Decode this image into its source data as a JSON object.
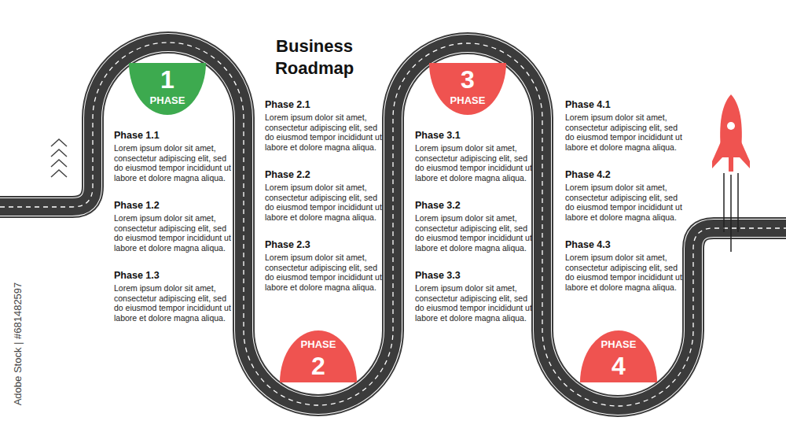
{
  "diagram": {
    "title": "Business Roadmap",
    "nodes": [
      {
        "text": [
          "1",
          "PHASE"
        ]
      },
      {
        "text": [
          "PHASE",
          "2"
        ]
      },
      {
        "text": [
          "3",
          "PHASE"
        ]
      },
      {
        "text": [
          "PHASE",
          "4"
        ]
      }
    ],
    "labels": [
      "Phase 1.1",
      "Lorem ipsum dolor sit amet, consectetur adipiscing elit, sed do eiusmod tempor incididunt ut labore et dolore magna aliqua.",
      "Phase 1.2",
      "Lorem ipsum dolor sit amet, consectetur adipiscing elit, sed do eiusmod tempor incididunt ut labore et dolore magna aliqua.",
      "Phase 1.3",
      "Lorem ipsum dolor sit amet, consectetur adipiscing elit, sed do eiusmod tempor incididunt ut labore et dolore magna aliqua.",
      "Phase 2.1",
      "Lorem ipsum dolor sit amet, consectetur adipiscing elit, sed do eiusmod tempor incididunt ut labore et dolore magna aliqua.",
      "Phase 2.2",
      "Lorem ipsum dolor sit amet, consectetur adipiscing elit, sed do eiusmod tempor incididunt ut labore et dolore magna aliqua.",
      "Phase 2.3",
      "Lorem ipsum dolor sit amet, consectetur adipiscing elit, sed do eiusmod tempor incididunt ut labore et dolore magna aliqua.",
      "Phase 3.1",
      "Lorem ipsum dolor sit amet, consectetur adipiscing elit, sed do eiusmod tempor incididunt ut labore et dolore magna aliqua.",
      "Phase 3.2",
      "Lorem ipsum dolor sit amet, consectetur adipiscing elit, sed do eiusmod tempor incididunt ut labore et dolore magna aliqua.",
      "Phase 3.3",
      "Lorem ipsum dolor sit amet, consectetur adipiscing elit, sed do eiusmod tempor incididunt ut labore et dolore magna aliqua.",
      "Phase 4.1",
      "Lorem ipsum dolor sit amet, consectetur adipiscing elit, sed do eiusmod tempor incididunt ut labore et dolore magna aliqua.",
      "Phase 4.2",
      "Lorem ipsum dolor sit amet, consectetur adipiscing elit, sed do eiusmod tempor incididunt ut labore et dolore magna aliqua.",
      "Phase 4.3",
      "Lorem ipsum dolor sit amet, consectetur adipiscing elit, sed do eiusmod tempor incididunt ut labore et dolore magna aliqua.",
      "Adobe Stock | #681482597"
    ]
  }
}
